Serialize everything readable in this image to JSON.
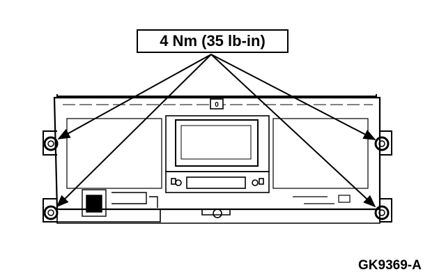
{
  "diagram": {
    "callout": {
      "text": "4 Nm (35 lb-in)"
    },
    "figure_id": "GK9369-A",
    "panel_mark": "0",
    "fasteners": [
      {
        "id": "top-left"
      },
      {
        "id": "top-right"
      },
      {
        "id": "bottom-left"
      },
      {
        "id": "bottom-right"
      }
    ],
    "colors": {
      "line": "#000000",
      "background": "#ffffff"
    }
  }
}
